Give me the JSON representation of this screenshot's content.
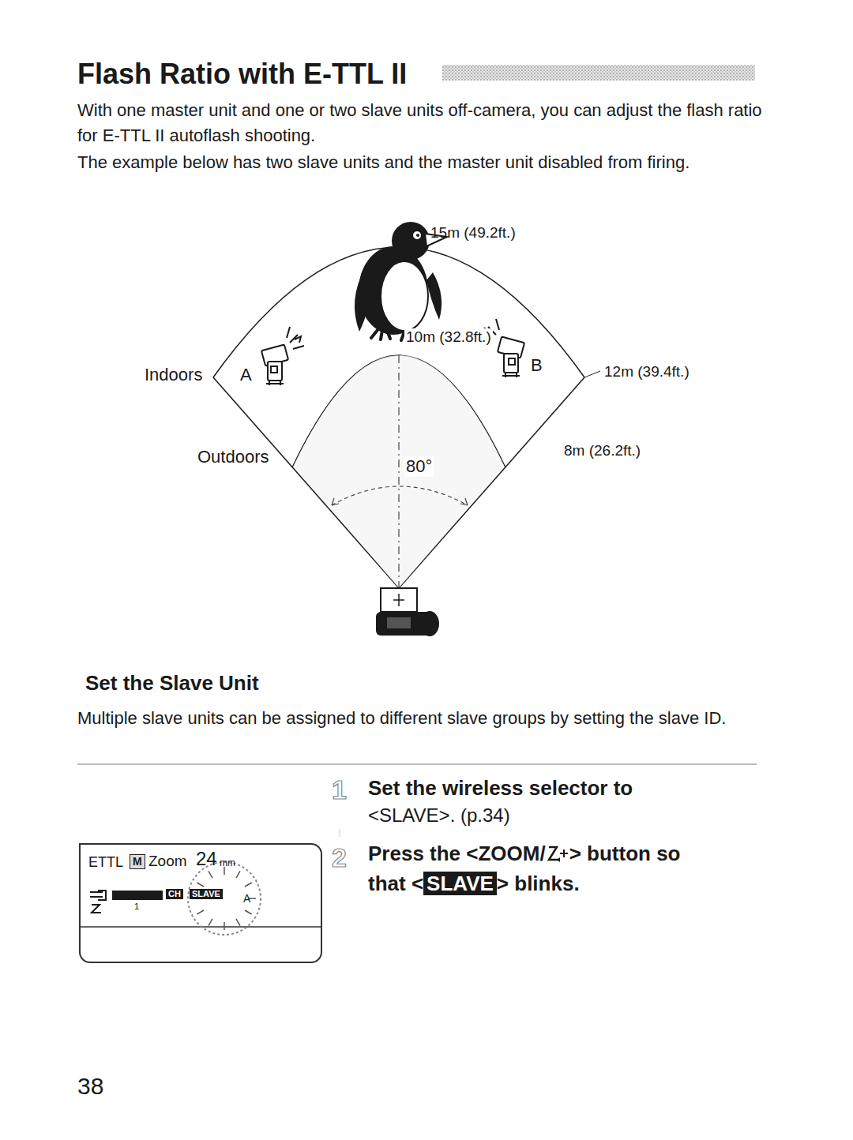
{
  "diagram": {
    "title": "Flash Ratio with E-TTL II",
    "nodes": [
      {
        "text": [
          "ETTL",
          "M",
          "Zoom",
          "24",
          "mm",
          "CH",
          "SLAVE",
          "A",
          "1"
        ]
      }
    ],
    "labels": [
      "With one master unit and one or two slave units off-camera, you can adjust the flash ratio for E-TTL II autoflash shooting.",
      "The example below has two slave units and the master unit disabled from firing.",
      "15m (49.2ft.)",
      "10m (32.8ft.)",
      "Indoors",
      "A",
      "B",
      "12m (39.4ft.)",
      "Outdoors",
      "8m (26.2ft.)",
      "80°",
      "Set the Slave Unit",
      "Multiple slave units can be assigned to different slave groups by setting the slave ID.",
      "1",
      "Set the wireless selector to",
      "<SLAVE>. (p.34)",
      "2",
      "Press the <ZOOM/",
      "> button so",
      "that <",
      "SLAVE",
      "> blinks.",
      "38"
    ]
  }
}
